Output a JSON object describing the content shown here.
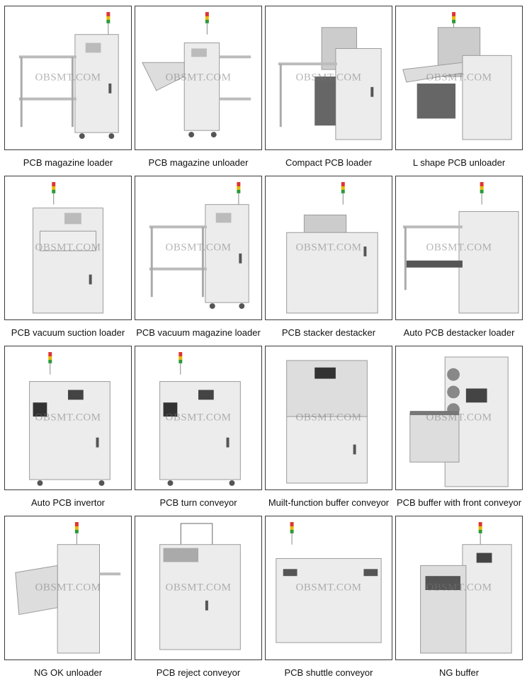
{
  "watermark": "OBSMT.COM",
  "products": [
    {
      "name": "PCB magazine loader",
      "shape": "magazine-loader"
    },
    {
      "name": "PCB magazine unloader",
      "shape": "magazine-unloader"
    },
    {
      "name": "Compact PCB loader",
      "shape": "compact-loader"
    },
    {
      "name": "L shape PCB unloader",
      "shape": "l-unloader"
    },
    {
      "name": "PCB vacuum suction loader",
      "shape": "vacuum-loader"
    },
    {
      "name": "PCB vacuum magazine loader",
      "shape": "magazine-loader"
    },
    {
      "name": "PCB stacker destacker",
      "shape": "stacker"
    },
    {
      "name": "Auto PCB destacker loader",
      "shape": "destacker"
    },
    {
      "name": "Auto PCB invertor",
      "shape": "cabinet"
    },
    {
      "name": "PCB turn conveyor",
      "shape": "cabinet"
    },
    {
      "name": "Muilt-function buffer conveyor",
      "shape": "buffer"
    },
    {
      "name": "PCB buffer with front conveyor",
      "shape": "buffer-front"
    },
    {
      "name": "NG OK unloader",
      "shape": "ng-ok"
    },
    {
      "name": "PCB reject conveyor",
      "shape": "reject"
    },
    {
      "name": "PCB shuttle conveyor",
      "shape": "shuttle"
    },
    {
      "name": "NG buffer",
      "shape": "ng-buffer"
    }
  ]
}
